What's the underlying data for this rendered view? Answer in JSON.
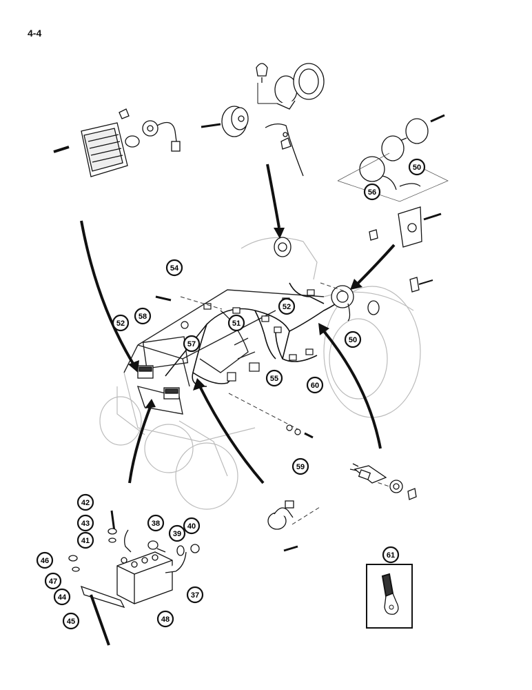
{
  "page": {
    "number": "4-4"
  },
  "callouts": [
    {
      "id": "c54",
      "label": "54"
    },
    {
      "id": "c58",
      "label": "58"
    },
    {
      "id": "c52a",
      "label": "52"
    },
    {
      "id": "c51",
      "label": "51"
    },
    {
      "id": "c57",
      "label": "57"
    },
    {
      "id": "c55",
      "label": "55"
    },
    {
      "id": "c60",
      "label": "60"
    },
    {
      "id": "c52b",
      "label": "52"
    },
    {
      "id": "c50a",
      "label": "50"
    },
    {
      "id": "c56",
      "label": "56"
    },
    {
      "id": "c50b",
      "label": "50"
    },
    {
      "id": "c59",
      "label": "59"
    },
    {
      "id": "c42",
      "label": "42"
    },
    {
      "id": "c43",
      "label": "43"
    },
    {
      "id": "c41",
      "label": "41"
    },
    {
      "id": "c38",
      "label": "38"
    },
    {
      "id": "c39",
      "label": "39"
    },
    {
      "id": "c40",
      "label": "40"
    },
    {
      "id": "c46",
      "label": "46"
    },
    {
      "id": "c47",
      "label": "47"
    },
    {
      "id": "c44",
      "label": "44"
    },
    {
      "id": "c37",
      "label": "37"
    },
    {
      "id": "c45",
      "label": "45"
    },
    {
      "id": "c48",
      "label": "48"
    },
    {
      "id": "c61",
      "label": "61"
    }
  ]
}
